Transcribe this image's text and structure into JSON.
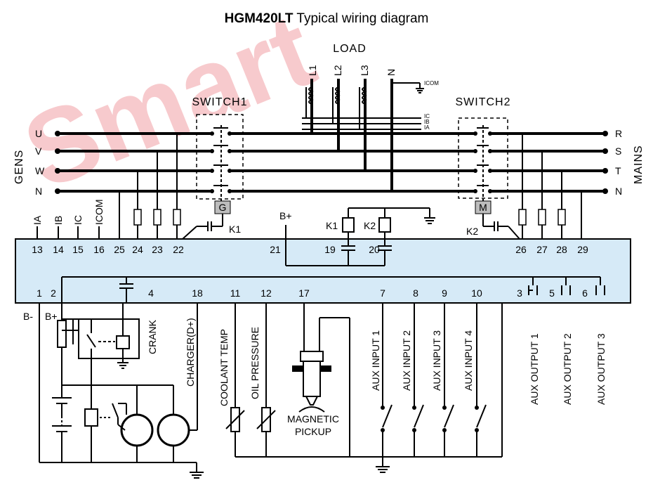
{
  "title": {
    "bold": "HGM420LT",
    "rest": " Typical wiring diagram"
  },
  "watermark": "Smart",
  "colors": {
    "controller_fill": "#d6eaf7",
    "watermark": "#f2a0a5"
  },
  "load": {
    "label": "LOAD",
    "phases": [
      "L1",
      "L2",
      "L3",
      "N"
    ],
    "icom": "ICOM",
    "ct_labels": [
      "IC",
      "IB",
      "IA"
    ]
  },
  "switch1": {
    "label": "SWITCH1",
    "gen_box": "G"
  },
  "switch2": {
    "label": "SWITCH2",
    "mains_box": "M"
  },
  "gens": {
    "label": "GENS",
    "phases": [
      "U",
      "V",
      "W",
      "N"
    ]
  },
  "mains": {
    "label": "MAINS",
    "phases": [
      "R",
      "S",
      "T",
      "N"
    ]
  },
  "current_inputs": [
    "IA",
    "IB",
    "IC",
    "ICOM"
  ],
  "relays": {
    "k1": "K1",
    "k2": "K2",
    "bplus": "B+"
  },
  "terminals_top": [
    "13",
    "14",
    "15",
    "16",
    "25",
    "24",
    "23",
    "22",
    "21",
    "19",
    "20",
    "26",
    "27",
    "28",
    "29"
  ],
  "terminals_bottom": [
    "1",
    "2",
    "4",
    "18",
    "11",
    "12",
    "17",
    "7",
    "8",
    "9",
    "10",
    "3",
    "5",
    "6"
  ],
  "bottom": {
    "bminus": "B-",
    "bplus": "B+",
    "crank": "CRANK",
    "charger": "CHARGER(D+)",
    "coolant": "COOLANT TEMP",
    "oil": "OIL PRESSURE",
    "pickup": [
      "MAGNETIC",
      "PICKUP"
    ],
    "aux_inputs": [
      "AUX INPUT 1",
      "AUX INPUT 2",
      "AUX INPUT 3",
      "AUX INPUT 4"
    ],
    "aux_outputs": [
      "AUX OUTPUT 1",
      "AUX OUTPUT 2",
      "AUX OUTPUT 3"
    ]
  }
}
